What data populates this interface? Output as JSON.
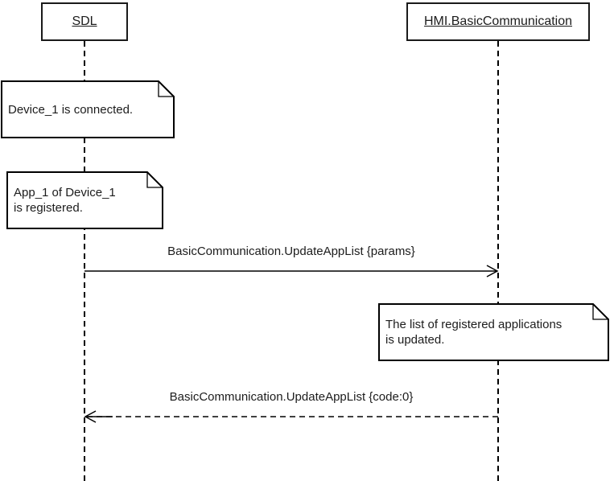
{
  "diagram": {
    "type": "uml-sequence-diagram",
    "background_color": "#ffffff",
    "line_color": "#000000",
    "text_color": "#1c1c1c",
    "note_fill": "#ffffff"
  },
  "participants": [
    {
      "name": "SDL"
    },
    {
      "name": "HMI.BasicCommunication"
    }
  ],
  "notes": [
    {
      "text": "Device_1 is connected.",
      "anchor": "SDL"
    },
    {
      "text": "App_1 of Device_1\nis registered.",
      "anchor": "SDL"
    },
    {
      "text": "The list of registered applications\nis updated.",
      "anchor": "HMI.BasicCommunication"
    }
  ],
  "messages": [
    {
      "label": "BasicCommunication.UpdateAppList {params}",
      "from": "SDL",
      "to": "HMI.BasicCommunication",
      "line_style": "solid",
      "arrow_style": "open"
    },
    {
      "label": "BasicCommunication.UpdateAppList {code:0}",
      "from": "HMI.BasicCommunication",
      "to": "SDL",
      "line_style": "dashed",
      "arrow_style": "open"
    }
  ]
}
